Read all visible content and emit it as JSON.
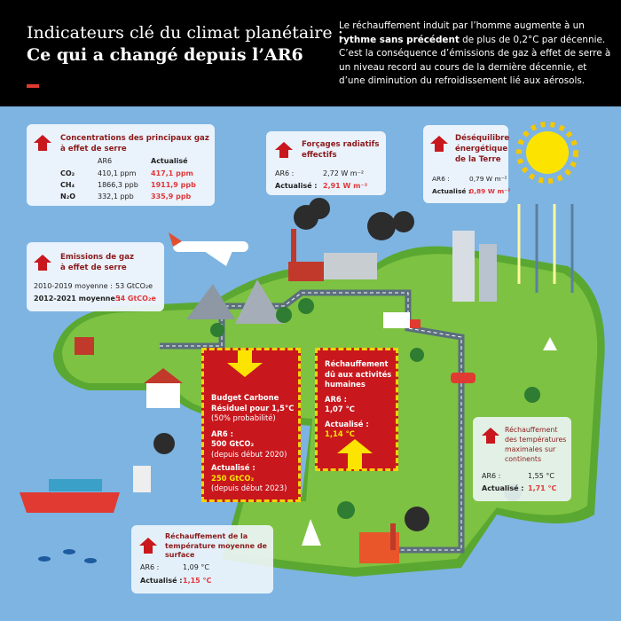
{
  "header": {
    "title_line1": "Indicateurs clé du climat planétaire :",
    "title_line2": "Ce qui a changé depuis l’AR6",
    "intro_pre": "Le réchauffement induit par l’homme augmente à un ",
    "intro_bold": "rythme sans précédent",
    "intro_post": " de plus de 0,2°C par décennie. C’est la conséquence d’émissions de gaz à effet de serre à un niveau record au cours de la dernière décennie, et d’une diminution du refroidissement lié aux aérosols."
  },
  "colors": {
    "accent_red": "#c8171d",
    "highlight_red": "#e0383a",
    "yellow": "#fde400",
    "sky": "#7db4e2",
    "land": "#7dc242"
  },
  "concentrations": {
    "title": "Concentrations des principaux gaz à effet de serre",
    "col_ar6": "AR6",
    "col_updated": "Actualisé",
    "rows": [
      {
        "gas": "CO₂",
        "ar6": "410,1 ppm",
        "updated": "417,1 ppm"
      },
      {
        "gas": "CH₄",
        "ar6": "1866,3 ppb",
        "updated": "1911,9 ppb"
      },
      {
        "gas": "N₂O",
        "ar6": "332,1 ppb",
        "updated": "335,9 ppb"
      }
    ]
  },
  "emissions": {
    "title": "Emissions de gaz à effet de serre",
    "row1_label": "2010-2019 moyenne :",
    "row1_value": "53 GtCO₂e",
    "row2_label": "2012-2021 moyenne :",
    "row2_value": "54 GtCO₂e"
  },
  "forcing": {
    "title": "Forçages radiatifs effectifs",
    "ar6_label": "AR6 :",
    "ar6_value": "2,72 W m⁻²",
    "updated_label": "Actualisé :",
    "updated_value": "2,91 W m⁻²"
  },
  "imbalance": {
    "title": "Déséquilibre énergétique de la Terre",
    "ar6_label": "AR6 :",
    "ar6_value": "0,79 W m⁻²",
    "updated_label": "Actualisé :",
    "updated_value": "0,89 W m⁻²"
  },
  "budget": {
    "title": "Budget Carbone Résiduel pour 1,5°C",
    "prob": "(50% probabilité)",
    "ar6_label": "AR6 :",
    "ar6_value": "500 GtCO₂",
    "ar6_since": "(depuis début 2020)",
    "updated_label": "Actualisé :",
    "updated_value": "250 GtCO₂",
    "updated_since": "(depuis début 2023)"
  },
  "human_warming": {
    "title": "Réchauffement dû aux activités humaines",
    "ar6_label": "AR6 :",
    "ar6_value": "1,07 °C",
    "updated_label": "Actualisé :",
    "updated_value": "1,14 °C"
  },
  "land_max": {
    "title": "Réchauffement des températures maximales sur continents",
    "ar6_label": "AR6 :",
    "ar6_value": "1,55 °C",
    "updated_label": "Actualisé :",
    "updated_value": "1,71 °C"
  },
  "surface": {
    "title": "Réchauffement de la température moyenne de surface",
    "ar6_label": "AR6 :",
    "ar6_value": "1,09 °C",
    "updated_label": "Actualisé :",
    "updated_value": "1,15 °C"
  }
}
